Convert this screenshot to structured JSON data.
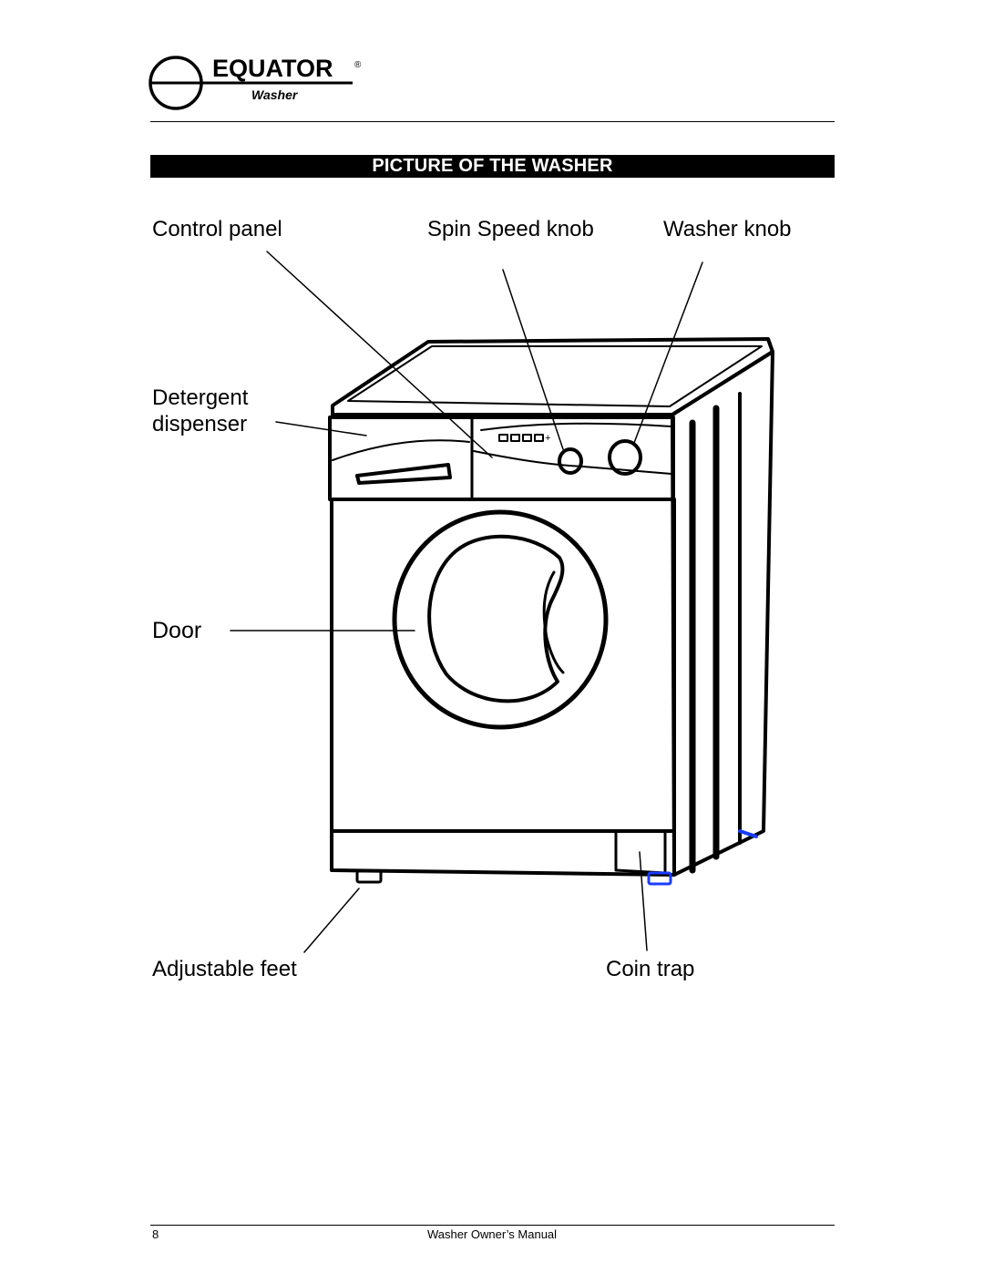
{
  "header": {
    "logo_text": "EQUATOR",
    "logo_registered": "®",
    "logo_subtext": "Washer"
  },
  "section_title": "PICTURE OF THE WASHER",
  "labels": {
    "control_panel": "Control  panel",
    "spin_speed_knob": "Spin  Speed  knob",
    "washer_knob": "Washer knob",
    "detergent_line1": "Detergent",
    "detergent_line2": "dispenser",
    "door": "Door",
    "adjustable_feet": "Adjustable feet",
    "coin_trap": "Coin trap"
  },
  "footer": {
    "page_number": "8",
    "manual_title": "Washer Owner’s Manual"
  }
}
